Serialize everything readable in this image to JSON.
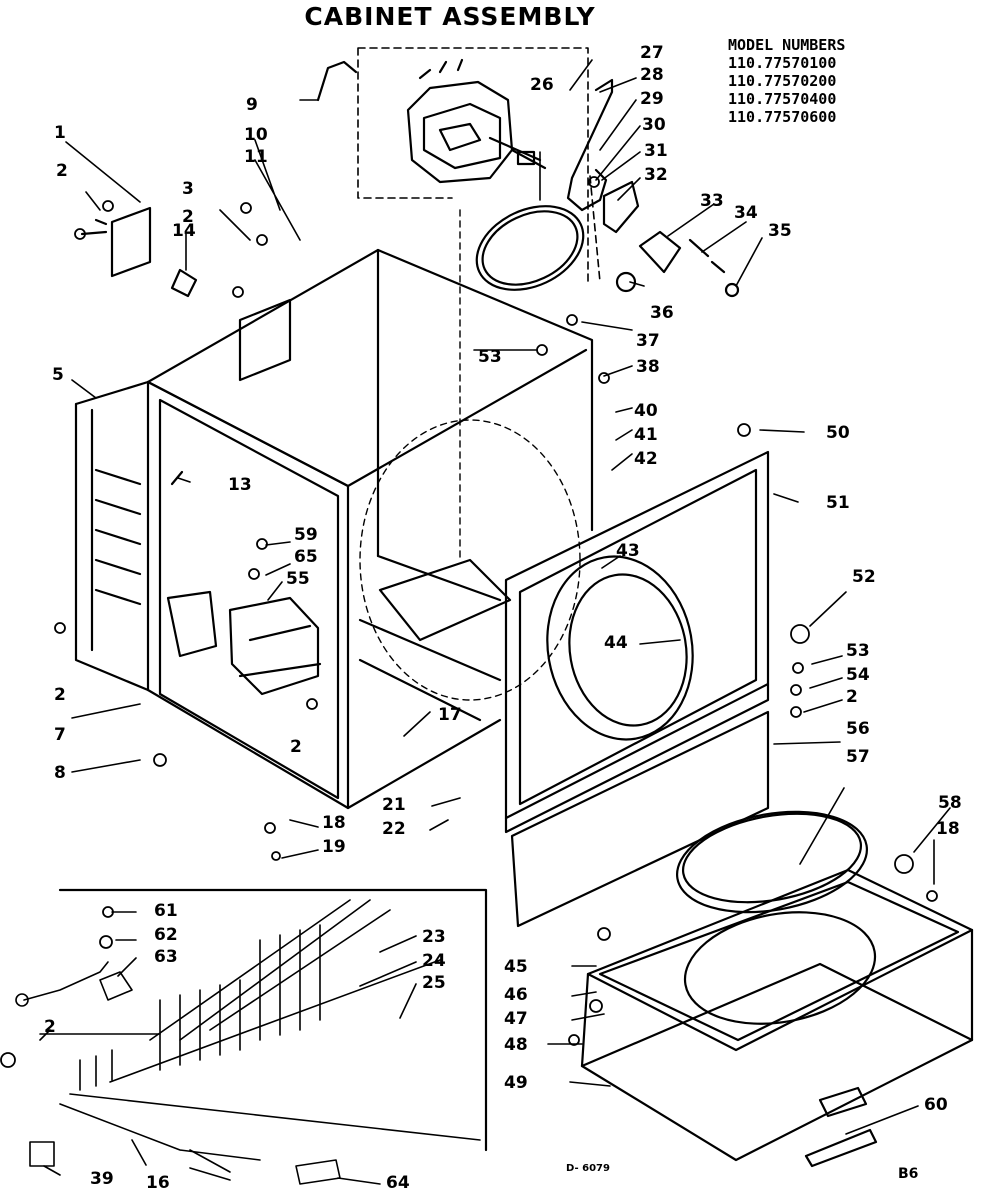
{
  "title": "CABINET ASSEMBLY",
  "model_header": "MODEL NUMBERS",
  "models": [
    "110.77570100",
    "110.77570200",
    "110.77570400",
    "110.77570600"
  ],
  "code": "D- 6079",
  "page_ref": "B6",
  "callouts": [
    {
      "id": "c1",
      "label": "1"
    },
    {
      "id": "c2a",
      "label": "2"
    },
    {
      "id": "c2b",
      "label": "2"
    },
    {
      "id": "c3",
      "label": "3"
    },
    {
      "id": "c9",
      "label": "9"
    },
    {
      "id": "c10",
      "label": "10"
    },
    {
      "id": "c11",
      "label": "11"
    },
    {
      "id": "c14",
      "label": "14"
    },
    {
      "id": "c5",
      "label": "5"
    },
    {
      "id": "c13",
      "label": "13"
    },
    {
      "id": "c2c",
      "label": "2"
    },
    {
      "id": "c7",
      "label": "7"
    },
    {
      "id": "c8",
      "label": "8"
    },
    {
      "id": "c59",
      "label": "59"
    },
    {
      "id": "c65",
      "label": "65"
    },
    {
      "id": "c55",
      "label": "55"
    },
    {
      "id": "c2d",
      "label": "2"
    },
    {
      "id": "c17",
      "label": "17"
    },
    {
      "id": "c18a",
      "label": "18"
    },
    {
      "id": "c19",
      "label": "19"
    },
    {
      "id": "c21",
      "label": "21"
    },
    {
      "id": "c22",
      "label": "22"
    },
    {
      "id": "c26",
      "label": "26"
    },
    {
      "id": "c27",
      "label": "27"
    },
    {
      "id": "c28",
      "label": "28"
    },
    {
      "id": "c29",
      "label": "29"
    },
    {
      "id": "c30",
      "label": "30"
    },
    {
      "id": "c31",
      "label": "31"
    },
    {
      "id": "c32",
      "label": "32"
    },
    {
      "id": "c33",
      "label": "33"
    },
    {
      "id": "c34",
      "label": "34"
    },
    {
      "id": "c35",
      "label": "35"
    },
    {
      "id": "c36",
      "label": "36"
    },
    {
      "id": "c37",
      "label": "37"
    },
    {
      "id": "c53a",
      "label": "53"
    },
    {
      "id": "c38",
      "label": "38"
    },
    {
      "id": "c40",
      "label": "40"
    },
    {
      "id": "c41",
      "label": "41"
    },
    {
      "id": "c42",
      "label": "42"
    },
    {
      "id": "c50",
      "label": "50"
    },
    {
      "id": "c51",
      "label": "51"
    },
    {
      "id": "c43",
      "label": "43"
    },
    {
      "id": "c44",
      "label": "44"
    },
    {
      "id": "c52",
      "label": "52"
    },
    {
      "id": "c53b",
      "label": "53"
    },
    {
      "id": "c54",
      "label": "54"
    },
    {
      "id": "c2e",
      "label": "2"
    },
    {
      "id": "c56",
      "label": "56"
    },
    {
      "id": "c57",
      "label": "57"
    },
    {
      "id": "c58",
      "label": "58"
    },
    {
      "id": "c18b",
      "label": "18"
    },
    {
      "id": "c45",
      "label": "45"
    },
    {
      "id": "c46",
      "label": "46"
    },
    {
      "id": "c47",
      "label": "47"
    },
    {
      "id": "c48",
      "label": "48"
    },
    {
      "id": "c49",
      "label": "49"
    },
    {
      "id": "c60",
      "label": "60"
    },
    {
      "id": "c61",
      "label": "61"
    },
    {
      "id": "c62",
      "label": "62"
    },
    {
      "id": "c63",
      "label": "63"
    },
    {
      "id": "c23",
      "label": "23"
    },
    {
      "id": "c24",
      "label": "24"
    },
    {
      "id": "c25",
      "label": "25"
    },
    {
      "id": "c2f",
      "label": "2"
    },
    {
      "id": "c39",
      "label": "39"
    },
    {
      "id": "c16",
      "label": "16"
    },
    {
      "id": "c64",
      "label": "64"
    }
  ]
}
